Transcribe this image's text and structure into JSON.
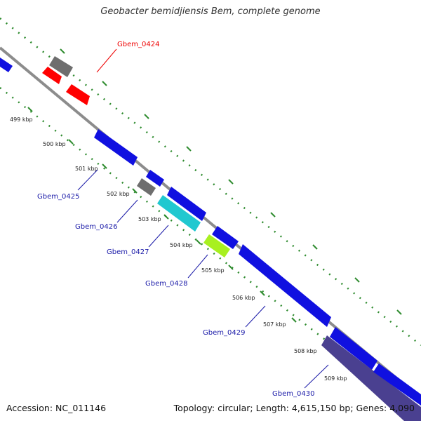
{
  "title": "Geobacter bemidjiensis Bem, complete genome",
  "footer": {
    "accession": "Accession: NC_011146",
    "summary": "Topology: circular; Length: 4,615,150 bp; Genes: 4,090"
  },
  "colors": {
    "backbone": "#8c8c8c",
    "tick": "#2e8b2e",
    "label_red": "#ee0000",
    "label_blue": "#1a1aa8",
    "cds_blue": "#1010e0",
    "rna_red": "#ff0000",
    "gray_feature": "#6e6e6e",
    "cyan_feature": "#20c8d0",
    "green_feature": "#a8f020",
    "purple_feature": "#4a4090"
  },
  "kbp_labels": [
    "499 kbp",
    "500 kbp",
    "501 kbp",
    "502 kbp",
    "503 kbp",
    "504 kbp",
    "505 kbp",
    "506 kbp",
    "507 kbp",
    "508 kbp",
    "509 kbp"
  ],
  "gene_labels": [
    "Gbem_0424",
    "Gbem_0425",
    "Gbem_0426",
    "Gbem_0427",
    "Gbem_0428",
    "Gbem_0429",
    "Gbem_0430"
  ]
}
